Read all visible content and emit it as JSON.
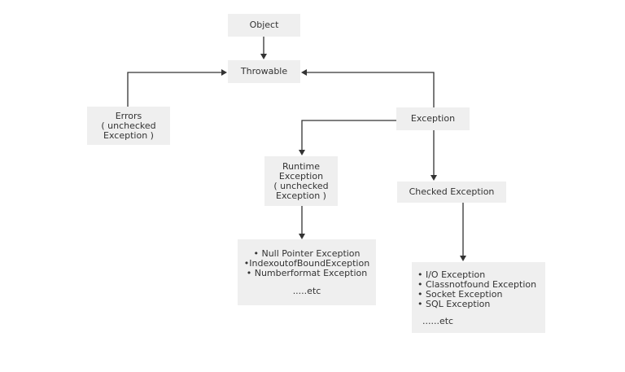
{
  "nodes": {
    "object": {
      "label": "Object"
    },
    "throwable": {
      "label": "Throwable"
    },
    "errors": {
      "lines": [
        "Errors",
        "( unchecked",
        "Exception )"
      ]
    },
    "exception": {
      "label": "Exception"
    },
    "runtime": {
      "lines": [
        "Runtime",
        "Exception",
        "( unchecked",
        "Exception )"
      ]
    },
    "checked": {
      "label": "Checked Exception"
    },
    "runtime_examples": {
      "items": [
        "• Null Pointer Exception",
        "•IndexoutofBoundException",
        "• Numberformat Exception"
      ],
      "etc": ".....etc"
    },
    "checked_examples": {
      "items": [
        "• I/O Exception",
        "• Classnotfound Exception",
        "• Socket Exception",
        "• SQL Exception"
      ],
      "etc": "......etc"
    }
  },
  "colors": {
    "box": "#efefef",
    "line": "#333333",
    "text": "#333333"
  }
}
